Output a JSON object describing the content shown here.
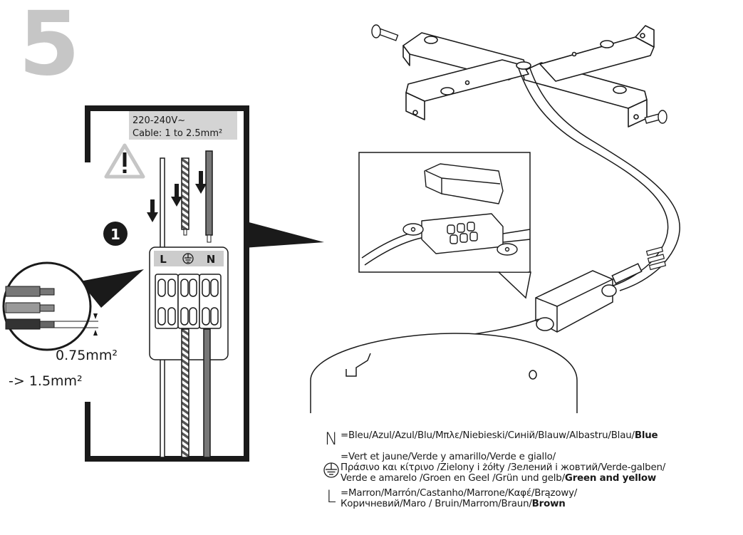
{
  "step_number": "5",
  "voltage_label": "220-240V~",
  "cable_label": "Cable: 1 to 2.5mm²",
  "callout_number": "1",
  "terminal_labels": {
    "live": "L",
    "neutral": "N"
  },
  "wire_size_min": "0.75mm²",
  "wire_size_max": "-> 1.5mm²",
  "legend": [
    {
      "symbol": "N",
      "lines": [
        "=Bleu/Azul/Azul/Blu/Μπλε/Niebieski/Синій/Blauw/Albastru/Blau/"
      ],
      "bold": "Blue"
    },
    {
      "symbol": "earth-icon",
      "lines": [
        "=Vert et jaune/Verde y amarillo/Verde e giallo/",
        "Πράσινο και κίτρινο /Zielony i żółty /Зелений і жовтий/Verde-galben/",
        "Verde e amarelo   /Groen en Geel   /Grün und gelb/"
      ],
      "bold": "Green and yellow"
    },
    {
      "symbol": "L",
      "lines": [
        "=Marron/Marrón/Castanho/Marrone/Καφέ/Brązowy/",
        "Коричневий/Maro / Bruin/Marrom/Braun/"
      ],
      "bold": "Brown"
    }
  ],
  "colors": {
    "step_gray": "#c6c6c6",
    "line": "#1a1a1a",
    "label_bg": "#d4d4d4",
    "brown_wire": "#777777"
  }
}
